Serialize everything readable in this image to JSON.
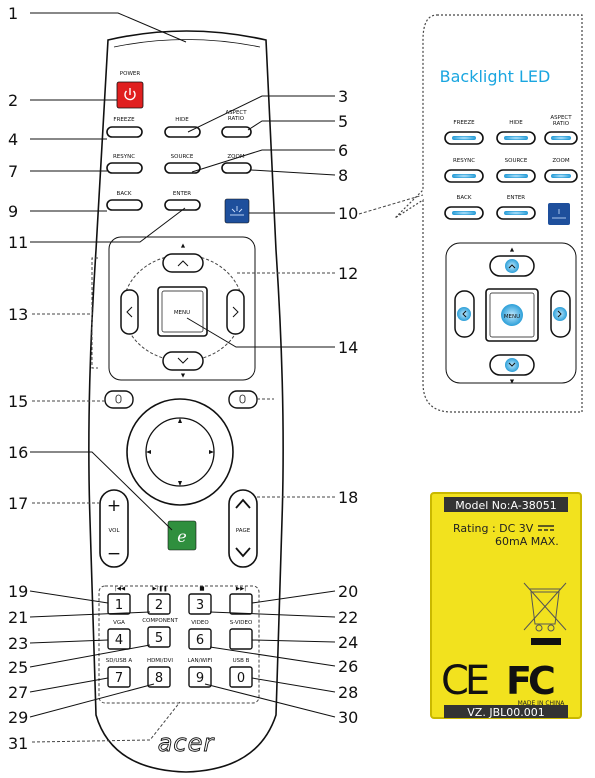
{
  "callouts": [
    "1",
    "2",
    "3",
    "4",
    "5",
    "6",
    "7",
    "8",
    "9",
    "10",
    "11",
    "12",
    "13",
    "14",
    "15",
    "16",
    "17",
    "18",
    "19",
    "20",
    "21",
    "22",
    "23",
    "24",
    "25",
    "26",
    "27",
    "28",
    "29",
    "30",
    "31"
  ],
  "remote": {
    "power": "POWER",
    "freeze": "FREEZE",
    "hide": "HIDE",
    "aspect_ratio": [
      "ASPECT",
      "RATIO"
    ],
    "resync": "RESYNC",
    "source": "SOURCE",
    "zoom": "ZOOM",
    "back": "BACK",
    "enter": "ENTER",
    "menu": "MENU",
    "e_key": "e",
    "vol": "VOL",
    "page": "PAGE",
    "plus": "+",
    "minus": "−",
    "keys": [
      "1",
      "2",
      "3",
      "4",
      "5",
      "6",
      "7",
      "8",
      "9",
      "0"
    ],
    "vga": "VGA",
    "component": "COMPONENT",
    "video": "VIDEO",
    "s_video": "S-VIDEO",
    "sd_usb": "SD/USB A",
    "hdmi_dvi": "HDMI/DVI",
    "lan_wifi": "LAN/WIFI",
    "usb_b": "USB B",
    "brand": "acer"
  },
  "backlight": {
    "title": "Backlight LED",
    "freeze": "FREEZE",
    "hide": "HIDE",
    "aspect_ratio": [
      "ASPECT",
      "RATIO"
    ],
    "resync": "RESYNC",
    "source": "SOURCE",
    "zoom": "ZOOM",
    "back": "BACK",
    "enter": "ENTER",
    "menu": "MENU"
  },
  "label": {
    "model": "Model No:A-38051",
    "rating_1": "Rating : DC 3V",
    "rating_2": "60mA MAX.",
    "made_in": "MADE IN CHINA",
    "code": "VZ. JBL00.001",
    "ce": "CE",
    "fc": "FC"
  },
  "colors": {
    "power": "#e02020",
    "laser": "#1e4f9c",
    "e_key": "#2f8f3e",
    "backlight_title": "#1aa6e0",
    "backlight_led": "#2c9fd8",
    "label_bg": "#f2e21e",
    "label_border": "#c9b800"
  }
}
